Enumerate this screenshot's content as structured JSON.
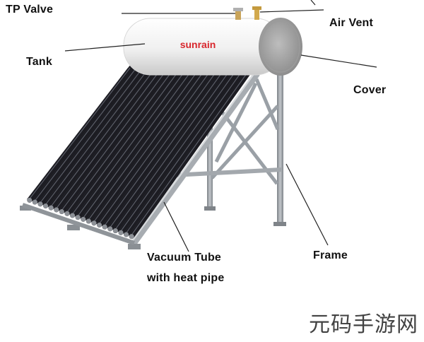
{
  "labels": {
    "tp_valve": "TP Valve",
    "air_vent": "Air Vent",
    "tank": "Tank",
    "cover": "Cover",
    "frame": "Frame",
    "vacuum_tube_line1": "Vacuum Tube",
    "vacuum_tube_line2": "with heat pipe"
  },
  "brand": {
    "logo_text": "sunrain"
  },
  "watermark": "元码手游网",
  "colors": {
    "tank_body": "#f2f2f2",
    "cover": "#a8a8a8",
    "tube": "#1c1c22",
    "frame": "#9aa0a6",
    "brand_red": "#d8262c"
  }
}
